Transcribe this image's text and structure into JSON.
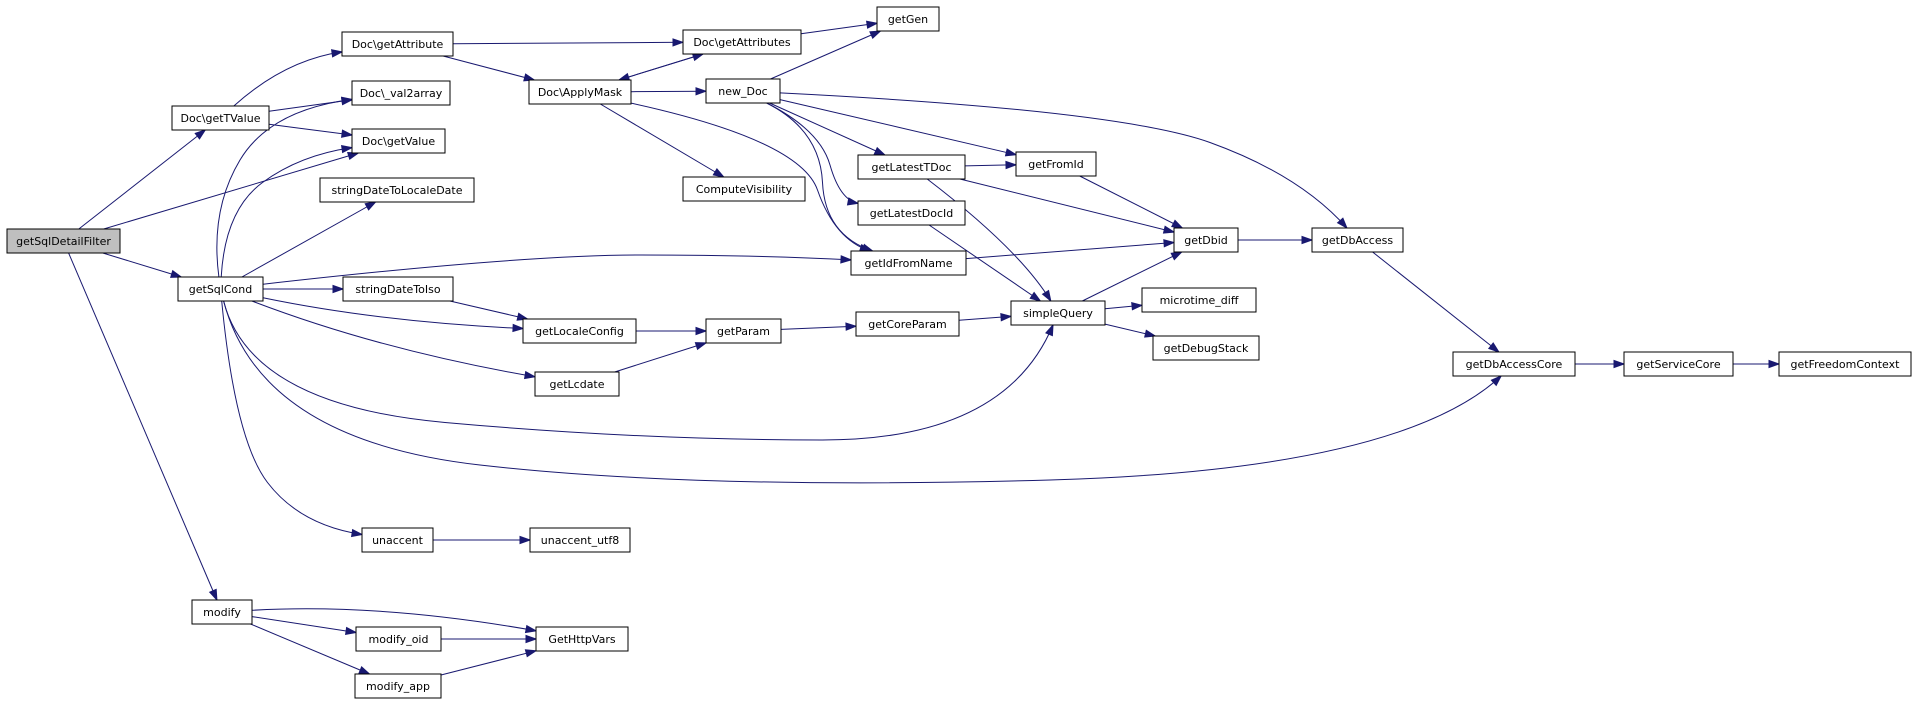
{
  "diagram": {
    "kind": "call-graph",
    "root": "getSqlDetailFilter",
    "colors": {
      "edge": "#191970",
      "node_border": "#000000",
      "node_fill": "#ffffff",
      "root_fill": "#bfbfbf"
    },
    "nodes": [
      {
        "id": "getSqlDetailFilter",
        "label": "getSqlDetailFilter"
      },
      {
        "id": "docGetTValue",
        "label": "Doc\\getTValue"
      },
      {
        "id": "docGetAttribute",
        "label": "Doc\\getAttribute"
      },
      {
        "id": "docVal2array",
        "label": "Doc\\_val2array"
      },
      {
        "id": "docGetValue",
        "label": "Doc\\getValue"
      },
      {
        "id": "stringDateToLocaleDate",
        "label": "stringDateToLocaleDate"
      },
      {
        "id": "getSqlCond",
        "label": "getSqlCond"
      },
      {
        "id": "stringDateToIso",
        "label": "stringDateToIso"
      },
      {
        "id": "getLocaleConfig",
        "label": "getLocaleConfig"
      },
      {
        "id": "getLcdate",
        "label": "getLcdate"
      },
      {
        "id": "unaccent",
        "label": "unaccent"
      },
      {
        "id": "unaccent_utf8",
        "label": "unaccent_utf8"
      },
      {
        "id": "modify",
        "label": "modify"
      },
      {
        "id": "modify_oid",
        "label": "modify_oid"
      },
      {
        "id": "modify_app",
        "label": "modify_app"
      },
      {
        "id": "GetHttpVars",
        "label": "GetHttpVars"
      },
      {
        "id": "docApplyMask",
        "label": "Doc\\ApplyMask"
      },
      {
        "id": "docGetAttributes",
        "label": "Doc\\getAttributes"
      },
      {
        "id": "getGen",
        "label": "getGen"
      },
      {
        "id": "new_Doc",
        "label": "new_Doc"
      },
      {
        "id": "computeVisibility",
        "label": "ComputeVisibility"
      },
      {
        "id": "getLatestTDoc",
        "label": "getLatestTDoc"
      },
      {
        "id": "getFromId",
        "label": "getFromId"
      },
      {
        "id": "getLatestDocId",
        "label": "getLatestDocId"
      },
      {
        "id": "getIdFromName",
        "label": "getIdFromName"
      },
      {
        "id": "getDbid",
        "label": "getDbid"
      },
      {
        "id": "getDbAccess",
        "label": "getDbAccess"
      },
      {
        "id": "simpleQuery",
        "label": "simpleQuery"
      },
      {
        "id": "microtime_diff",
        "label": "microtime_diff"
      },
      {
        "id": "getDebugStack",
        "label": "getDebugStack"
      },
      {
        "id": "getParam",
        "label": "getParam"
      },
      {
        "id": "getCoreParam",
        "label": "getCoreParam"
      },
      {
        "id": "getDbAccessCore",
        "label": "getDbAccessCore"
      },
      {
        "id": "getServiceCore",
        "label": "getServiceCore"
      },
      {
        "id": "getFreedomContext",
        "label": "getFreedomContext"
      }
    ],
    "edges": [
      [
        "getSqlDetailFilter",
        "docGetTValue"
      ],
      [
        "getSqlDetailFilter",
        "docGetValue"
      ],
      [
        "getSqlDetailFilter",
        "getSqlCond"
      ],
      [
        "getSqlDetailFilter",
        "modify"
      ],
      [
        "docGetTValue",
        "docGetAttribute"
      ],
      [
        "docGetTValue",
        "docVal2array"
      ],
      [
        "docGetTValue",
        "docGetValue"
      ],
      [
        "docGetAttribute",
        "docGetAttributes"
      ],
      [
        "docGetAttribute",
        "docApplyMask"
      ],
      [
        "docApplyMask",
        "docGetAttributes"
      ],
      [
        "docGetAttributes",
        "docApplyMask"
      ],
      [
        "docApplyMask",
        "new_Doc"
      ],
      [
        "docApplyMask",
        "computeVisibility"
      ],
      [
        "docApplyMask",
        "getIdFromName"
      ],
      [
        "docGetAttributes",
        "getGen"
      ],
      [
        "new_Doc",
        "getGen"
      ],
      [
        "new_Doc",
        "getLatestTDoc"
      ],
      [
        "new_Doc",
        "getFromId"
      ],
      [
        "new_Doc",
        "getLatestDocId"
      ],
      [
        "new_Doc",
        "getIdFromName"
      ],
      [
        "new_Doc",
        "getDbAccess"
      ],
      [
        "getLatestTDoc",
        "getFromId"
      ],
      [
        "getLatestTDoc",
        "getDbid"
      ],
      [
        "getLatestTDoc",
        "simpleQuery"
      ],
      [
        "getFromId",
        "getDbid"
      ],
      [
        "getLatestDocId",
        "simpleQuery"
      ],
      [
        "getIdFromName",
        "getDbid"
      ],
      [
        "getDbid",
        "getDbAccess"
      ],
      [
        "getDbAccess",
        "getDbAccessCore"
      ],
      [
        "getDbAccessCore",
        "getServiceCore"
      ],
      [
        "getServiceCore",
        "getFreedomContext"
      ],
      [
        "simpleQuery",
        "getDbid"
      ],
      [
        "simpleQuery",
        "microtime_diff"
      ],
      [
        "simpleQuery",
        "getDebugStack"
      ],
      [
        "getSqlCond",
        "docVal2array"
      ],
      [
        "getSqlCond",
        "docGetValue"
      ],
      [
        "getSqlCond",
        "stringDateToLocaleDate"
      ],
      [
        "getSqlCond",
        "getIdFromName"
      ],
      [
        "getSqlCond",
        "stringDateToIso"
      ],
      [
        "getSqlCond",
        "getLocaleConfig"
      ],
      [
        "getSqlCond",
        "getLcdate"
      ],
      [
        "getSqlCond",
        "simpleQuery"
      ],
      [
        "getSqlCond",
        "getDbAccessCore"
      ],
      [
        "getSqlCond",
        "unaccent"
      ],
      [
        "stringDateToIso",
        "getLocaleConfig"
      ],
      [
        "getLocaleConfig",
        "getParam"
      ],
      [
        "getLcdate",
        "getParam"
      ],
      [
        "getParam",
        "getCoreParam"
      ],
      [
        "getCoreParam",
        "simpleQuery"
      ],
      [
        "unaccent",
        "unaccent_utf8"
      ],
      [
        "modify",
        "modify_oid"
      ],
      [
        "modify",
        "modify_app"
      ],
      [
        "modify",
        "GetHttpVars"
      ],
      [
        "modify_oid",
        "GetHttpVars"
      ],
      [
        "modify_app",
        "GetHttpVars"
      ]
    ]
  }
}
